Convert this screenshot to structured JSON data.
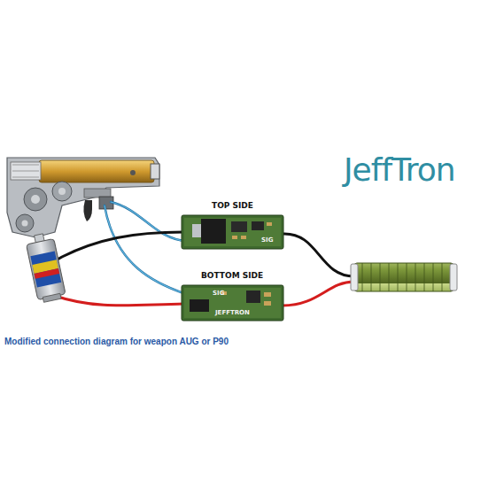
{
  "diagram": {
    "caption": "Modified connection diagram for weapon AUG or P90",
    "nodes": [
      {
        "text": [
          "TOP SIDE",
          "SIG"
        ]
      },
      {
        "text": [
          "BOTTOM SIDE",
          "SIG",
          "JEFFTRON"
        ]
      }
    ],
    "labels": [
      "JeffTron"
    ]
  }
}
